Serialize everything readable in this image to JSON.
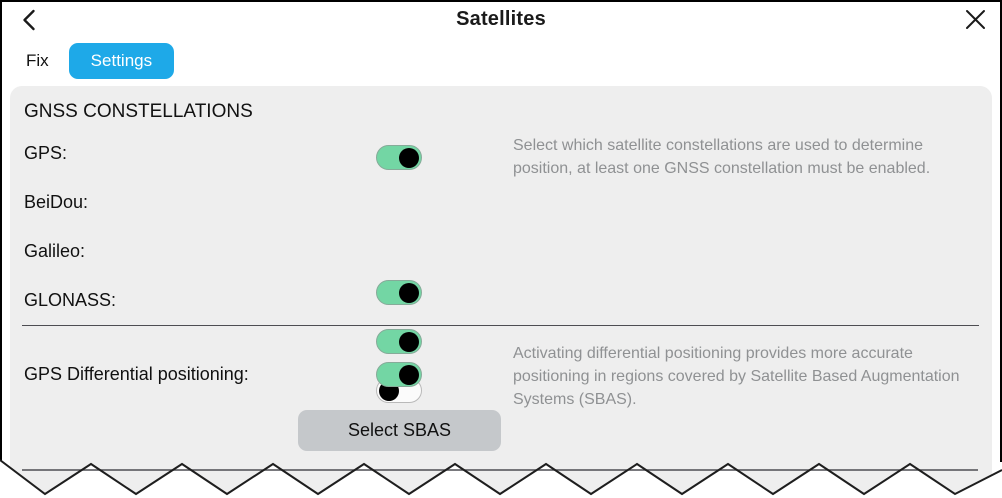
{
  "header": {
    "title": "Satellites"
  },
  "tabs": {
    "fix": "Fix",
    "settings": "Settings"
  },
  "gnss": {
    "heading": "GNSS CONSTELLATIONS",
    "rows": [
      {
        "label": "GPS:",
        "state": "on"
      },
      {
        "label": "BeiDou:",
        "state": "on"
      },
      {
        "label": "Galileo:",
        "state": "on"
      },
      {
        "label": "GLONASS:",
        "state": "off"
      }
    ],
    "help": "Select which satellite constellations are used to determine position, at least one GNSS constellation must be enabled."
  },
  "differential": {
    "row": {
      "label": "GPS Differential positioning:",
      "state": "on"
    },
    "help": "Activating differential positioning provides more accurate positioning in regions covered by Satellite Based Augmentation Systems (SBAS).",
    "button": "Select SBAS"
  },
  "icons": {
    "back": "back-chevron",
    "close": "close-x"
  },
  "colors": {
    "accent_blue": "#1ea9e8",
    "toggle_on_green": "#73d6a4",
    "button_gray": "#c5c8cb",
    "panel_gray": "#eeeeee",
    "help_text_gray": "#8f9193"
  }
}
